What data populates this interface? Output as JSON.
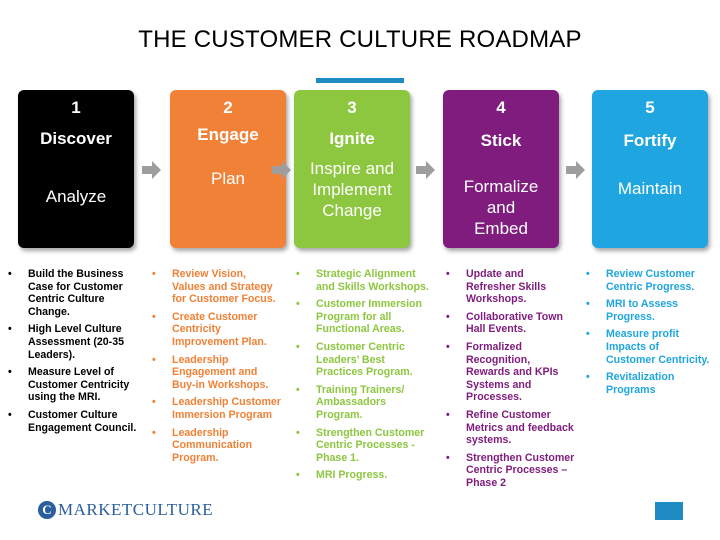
{
  "title": "THE CUSTOMER CULTURE ROADMAP",
  "colors": {
    "discover": "#000000",
    "engage": "#f08136",
    "ignite": "#8dc63f",
    "stick": "#7f1c7d",
    "fortify": "#1fa6e0",
    "arrow": "#9e9e9e",
    "accent": "#1e8bc3"
  },
  "stages": [
    {
      "num": "1",
      "name": "Discover",
      "sub": [
        "Analyze"
      ]
    },
    {
      "num": "2",
      "name": "Engage",
      "sub": [
        "Plan"
      ]
    },
    {
      "num": "3",
      "name": "Ignite",
      "sub": [
        "Inspire and",
        "Implement",
        "Change"
      ]
    },
    {
      "num": "4",
      "name": "Stick",
      "sub": [
        "Formalize",
        "and",
        "Embed"
      ]
    },
    {
      "num": "5",
      "name": "Fortify",
      "sub": [
        "Maintain"
      ]
    }
  ],
  "columns": [
    {
      "color": "#000000",
      "items": [
        [
          "Build the Business",
          "Case for Customer",
          "Centric Culture",
          "Change."
        ],
        [
          "High Level Culture",
          "Assessment (20-35",
          "Leaders)."
        ],
        [
          "Measure Level of",
          "Customer Centricity",
          "using the MRI."
        ],
        [
          "Customer Culture",
          "Engagement Council."
        ]
      ]
    },
    {
      "color": "#f08136",
      "items": [
        [
          "Review Vision,",
          "Values and Strategy",
          "for Customer Focus."
        ],
        [
          "Create Customer",
          "Centricity",
          "Improvement Plan."
        ],
        [
          "Leadership",
          "Engagement and",
          "Buy-in Workshops."
        ],
        [
          "Leadership Customer",
          "Immersion Program"
        ],
        [
          "Leadership",
          "Communication",
          "Program."
        ]
      ]
    },
    {
      "color": "#8dc63f",
      "items": [
        [
          "Strategic Alignment",
          "and Skills Workshops."
        ],
        [
          "Customer Immersion",
          "Program for all",
          "Functional Areas."
        ],
        [
          "Customer Centric",
          "Leaders’ Best",
          "Practices Program."
        ],
        [
          "Training Trainers/",
          "Ambassadors",
          "Program."
        ],
        [
          "Strengthen Customer",
          "Centric Processes -",
          "Phase 1."
        ],
        [
          "MRI Progress."
        ]
      ]
    },
    {
      "color": "#7f1c7d",
      "items": [
        [
          "Update and",
          "Refresher Skills",
          "Workshops."
        ],
        [
          "Collaborative Town",
          "Hall Events."
        ],
        [
          "Formalized",
          "Recognition,",
          "Rewards and KPIs",
          "Systems and",
          "Processes."
        ],
        [
          "Refine Customer",
          "Metrics and feedback",
          "systems."
        ],
        [
          "Strengthen Customer",
          "Centric Processes –",
          "Phase 2"
        ]
      ]
    },
    {
      "color": "#1fa6e0",
      "items": [
        [
          "Review Customer",
          "Centric Progress."
        ],
        [
          "MRI to Assess",
          "Progress."
        ],
        [
          "Measure profit",
          "Impacts of",
          "Customer Centricity."
        ],
        [
          "Revitalization",
          "Programs"
        ]
      ]
    }
  ],
  "logo": {
    "mark": "C",
    "text": "MARKETCULTURE"
  }
}
